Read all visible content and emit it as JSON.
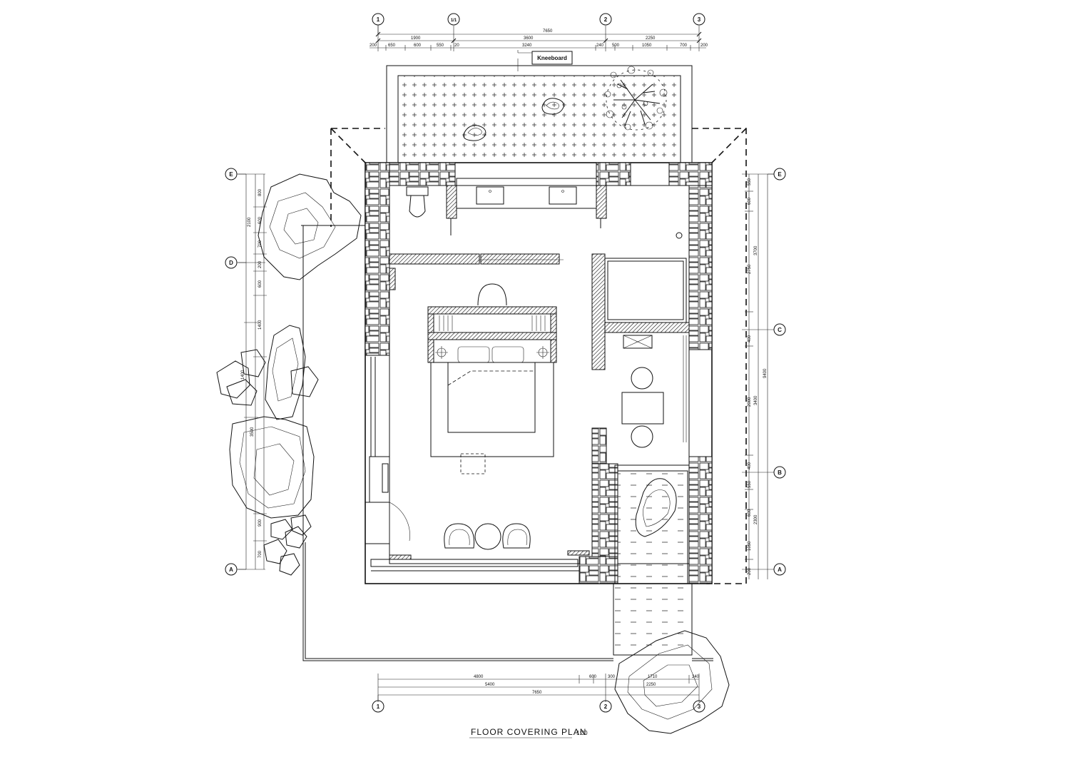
{
  "drawing": {
    "title": "FLOOR COVERING PLAN",
    "scale": "1:30",
    "label_kneeboard": "Kneeboard"
  },
  "grid_axes": {
    "top": [
      "1",
      "1/1",
      "2",
      "3"
    ],
    "bottom": [
      "1",
      "2",
      "3"
    ],
    "left": [
      "E",
      "D",
      "A"
    ],
    "right": [
      "E",
      "C",
      "B",
      "A"
    ]
  },
  "dims": {
    "top_total": "7650",
    "top_mid": [
      "1900",
      "3600",
      "2250"
    ],
    "top_fine": [
      "200",
      "650",
      "600",
      "550",
      "20",
      "3240",
      "240",
      "500",
      "1050",
      "700",
      "200"
    ],
    "bottom_fine": [
      "4800",
      "600",
      "300",
      "1710",
      "240"
    ],
    "bottom_mid": [
      "5400",
      "2250"
    ],
    "bottom_total": "7650",
    "left_outer": [
      "2100",
      "1400",
      "3500"
    ],
    "left_inner": [
      "800",
      "600",
      "700",
      "200",
      "600",
      "1400",
      "900",
      "700"
    ],
    "right_total": "9400",
    "right_mid": [
      "3700",
      "3400",
      "2300"
    ],
    "right_inner": [
      "550",
      "600",
      "2750",
      "400",
      "2000",
      "400",
      "550",
      "600",
      "1050",
      "200"
    ]
  }
}
